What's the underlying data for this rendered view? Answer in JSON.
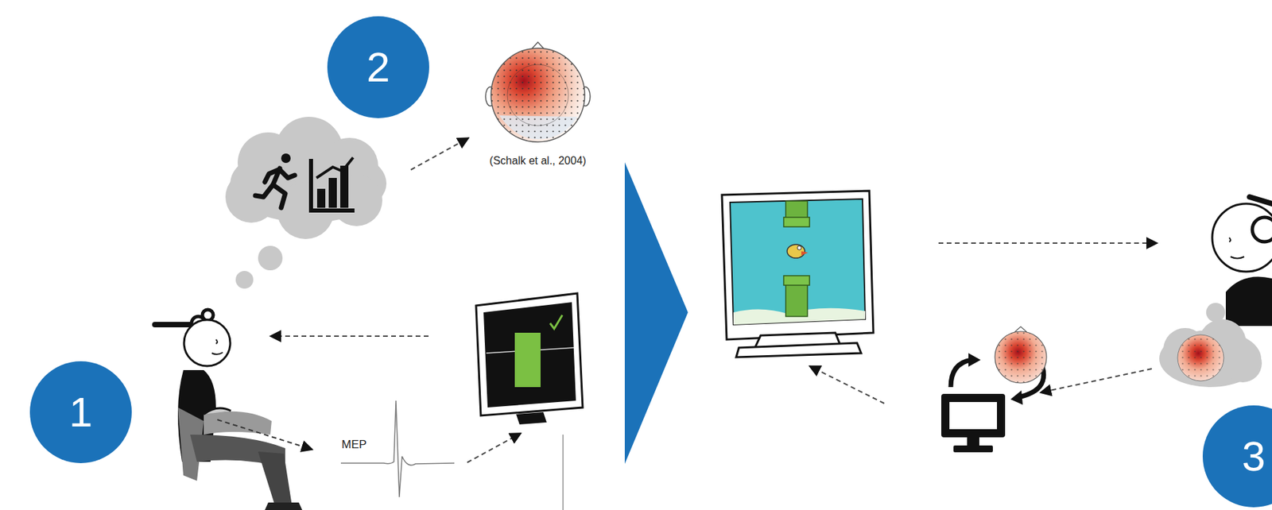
{
  "diagram": {
    "nodes": [
      {
        "text": [
          "2"
        ]
      },
      {
        "text": [
          "1"
        ]
      },
      {
        "text": [
          "3"
        ]
      }
    ],
    "labels": [
      "(Schalk et al., 2004)",
      "MEP"
    ]
  }
}
